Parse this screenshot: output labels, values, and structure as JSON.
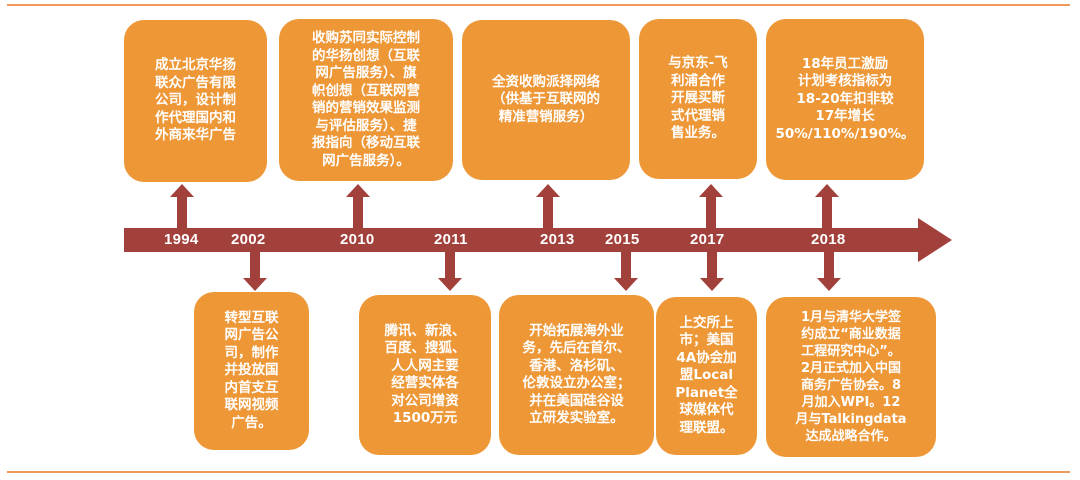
{
  "colors": {
    "box": "#ee9737",
    "timeline": "#a2403b",
    "rule": "#ee9a5c",
    "text": "#ffffff"
  },
  "timeline": {
    "years": [
      "1994",
      "2002",
      "2010",
      "2011",
      "2013",
      "2015",
      "2017",
      "2018"
    ]
  },
  "events_above": [
    {
      "year": "1994",
      "text": "成立北京华扬\n联众广告有限\n公司，设计制\n作代理国内和\n外商来华广告"
    },
    {
      "year": "2010",
      "text": "收购苏同实际控制\n的华扬创想（互联\n网广告服务）、旗\n帜创想（互联网营\n销的营销效果监测\n与评估服务）、捷\n报指向（移动互联\n网广告服务）。"
    },
    {
      "year": "2013",
      "text": "全资收购派择网络\n（供基于互联网的\n精准营销服务）"
    },
    {
      "year": "2017",
      "text": "与京东-飞\n利浦合作\n开展买断\n式代理销\n售业务。"
    },
    {
      "year": "2018",
      "text": "18年员工激励\n计划考核指标为\n18-20年扣非较\n17年增长\n50%/110%/190%。"
    }
  ],
  "events_below": [
    {
      "year": "2002",
      "text": "转型互联\n网广告公\n司，制作\n并投放国\n内首支互\n联网视频\n广告。"
    },
    {
      "year": "2011",
      "text": "腾讯、新浪、\n百度、搜狐、\n人人网主要\n经营实体各\n对公司增资\n1500万元"
    },
    {
      "year": "2015",
      "text": "开始拓展海外业\n务，先后在首尔、\n香港、洛杉矶、\n伦敦设立办公室；\n并在美国硅谷设\n立研发实验室。"
    },
    {
      "year": "2017",
      "text": "上交所上\n市；美国\n4A协会加\n盟Local\nPlanet全\n球媒体代\n理联盟。"
    },
    {
      "year": "2018",
      "text": "1月与清华大学签\n约成立“商业数据\n工程研究中心”。\n2月正式加入中国\n商务广告协会。8\n月加入WPI。12\n月与Talkingdata\n达成战略合作。"
    }
  ]
}
